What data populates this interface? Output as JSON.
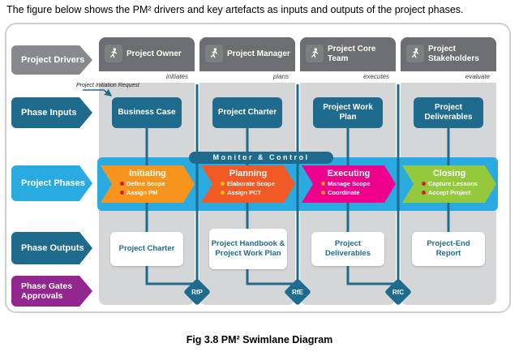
{
  "intro": "The figure below shows the PM² drivers and key artefacts as inputs and outputs of the project phases.",
  "caption": "Fig 3.8 PM² Swimlane Diagram",
  "annotation": "Project Initiation Request",
  "monitor_control": "Monitor & Control",
  "rows": [
    {
      "label": "Project Drivers",
      "color": "#87898C"
    },
    {
      "label": "Phase Inputs",
      "color": "#1F6B8E"
    },
    {
      "label": "Project Phases",
      "color": "#29ABE2"
    },
    {
      "label": "Phase Outputs",
      "color": "#1F6B8E"
    },
    {
      "label": "Phase Gates Approvals",
      "color": "#92278F"
    }
  ],
  "lanes": [
    {
      "title": "Project Owner",
      "role": "initiates",
      "input": "Business Case",
      "output": "Project Charter"
    },
    {
      "title": "Project Manager",
      "role": "plans",
      "input": "Project Charter",
      "output": "Project Handbook & Project Work Plan"
    },
    {
      "title": "Project Core Team",
      "role": "executes",
      "input": "Project Work Plan",
      "output": "Project Deliverables"
    },
    {
      "title": "Project Stakeholders",
      "role": "evaluate",
      "input": "Project Deliverables",
      "output": "Project-End Report"
    }
  ],
  "phases": [
    {
      "name": "Initiating",
      "bullets": [
        "Define Scope",
        "Assign PM"
      ],
      "color": "#F7941D",
      "bullet_color": "#C1272D"
    },
    {
      "name": "Planning",
      "bullets": [
        "Elaborate Scope",
        "Assign PCT"
      ],
      "color": "#F15A24",
      "bullet_color": "#FDB913"
    },
    {
      "name": "Executing",
      "bullets": [
        "Manage Scope",
        "Coordinate"
      ],
      "color": "#EC008C",
      "bullet_color": "#F7941D"
    },
    {
      "name": "Closing",
      "bullets": [
        "Capture Lessons",
        "Accept Project"
      ],
      "color": "#94C83D",
      "bullet_color": "#C1272D"
    }
  ],
  "gates": [
    "RfP",
    "RfE",
    "RfC"
  ],
  "colors": {
    "dark_blue": "#1F6B8E",
    "cyan": "#29ABE2",
    "header_gray": "#6D6E71",
    "lane_gray": "#D5D6D8",
    "purple": "#92278F"
  }
}
